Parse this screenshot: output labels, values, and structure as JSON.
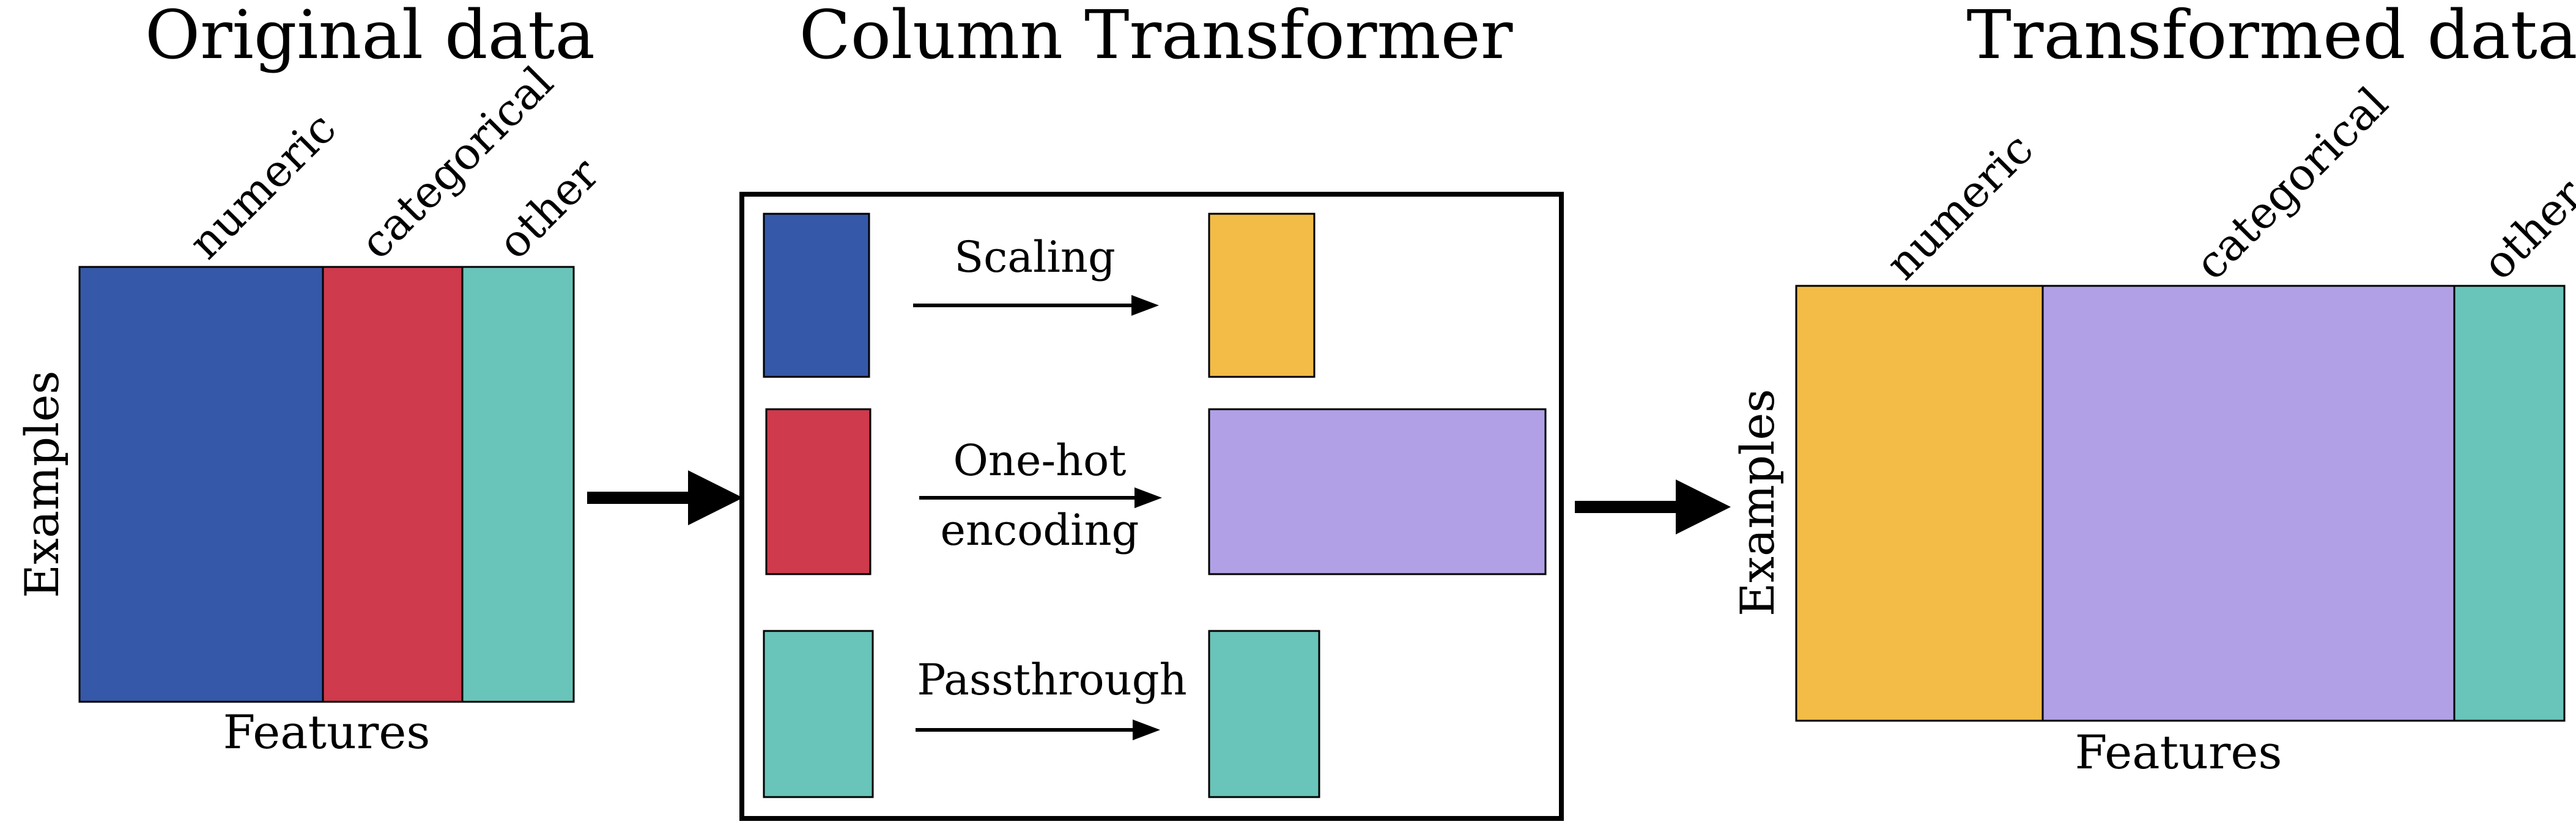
{
  "titles": {
    "original": "Original data",
    "transformer": "Column Transformer",
    "transformed": "Transformed data"
  },
  "original": {
    "columns": [
      "numeric",
      "categorical",
      "other"
    ],
    "row_label": "Examples",
    "col_label": "Features"
  },
  "transformer": {
    "steps": [
      {
        "label_lines": [
          "Scaling"
        ]
      },
      {
        "label_lines": [
          "One-hot",
          "encoding"
        ]
      },
      {
        "label_lines": [
          "Passthrough"
        ]
      }
    ]
  },
  "transformed": {
    "columns": [
      "numeric",
      "categorical",
      "other"
    ],
    "row_label": "Examples",
    "col_label": "Features"
  },
  "colors": {
    "numeric": "#3558A8",
    "categorical": "#CF3A4C",
    "other": "#69C4B9",
    "scaled": "#F2BC46",
    "encoded": "#B1A0E6",
    "stroke": "#000000"
  }
}
